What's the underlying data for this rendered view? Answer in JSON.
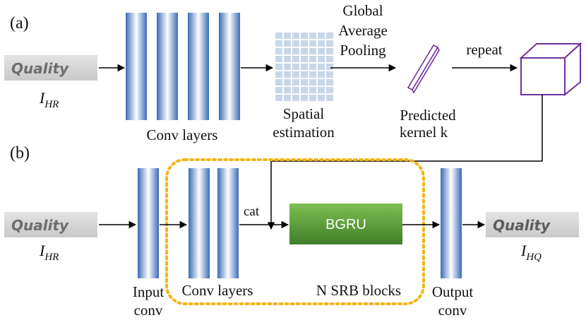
{
  "colors": {
    "conv_edge": "#3b6cb7",
    "conv_center": "#ffffff",
    "bgru_top": "#7fbf52",
    "bgru_bottom": "#3f7f2a",
    "kernel_purple": "#7030a0",
    "dotted_box": "#f2b417",
    "grid_cell": "#c9d6ea"
  },
  "section_a": {
    "label": "(a)",
    "input_image_text": "Quality",
    "input_label": "I_HR",
    "conv_layers_label": "Conv layers",
    "spatial_label_line1": "Spatial",
    "spatial_label_line2": "estimation",
    "gap_label_line1": "Global",
    "gap_label_line2": "Average",
    "gap_label_line3": "Pooling",
    "kernel_label_line1": "Predicted",
    "kernel_label_line2": "kernel k",
    "repeat_label": "repeat"
  },
  "section_b": {
    "label": "(b)",
    "input_image_text": "Quality",
    "input_label": "I_HR",
    "input_conv_line1": "Input",
    "input_conv_line2": "conv",
    "conv_layers_label": "Conv layers",
    "cat_label": "cat",
    "bgru_label": "BGRU",
    "srb_label": "N SRB blocks",
    "output_conv_line1": "Output",
    "output_conv_line2": "conv",
    "output_image_text": "Quality",
    "output_label": "I_HQ"
  }
}
